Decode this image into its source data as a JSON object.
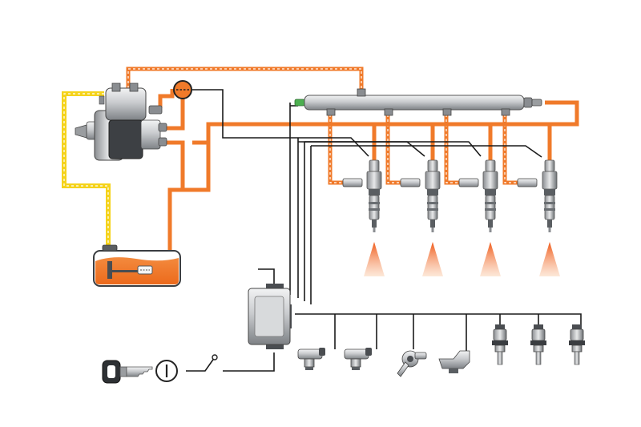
{
  "diagram": {
    "type": "common-rail diesel fuel injection system schematic",
    "text_labels": [],
    "colors": {
      "high_pressure_fuel": "#f07a2a",
      "low_pressure_fuel": "#f5d31b",
      "return_fuel_dash": "#ffffff",
      "wiring": "#1a1a1a",
      "metal_light": "#d4d6d8",
      "metal_dark": "#4a4d51",
      "tank_fuel": "#f07a2a",
      "spray": "#f47b2a"
    },
    "components": [
      {
        "id": "high-pressure-pump",
        "icon": "pump"
      },
      {
        "id": "pressure-regulator",
        "icon": "valve-circle"
      },
      {
        "id": "fuel-tank",
        "icon": "tank"
      },
      {
        "id": "common-rail",
        "icon": "rail"
      },
      {
        "id": "injector-1",
        "icon": "injector"
      },
      {
        "id": "injector-2",
        "icon": "injector"
      },
      {
        "id": "injector-3",
        "icon": "injector"
      },
      {
        "id": "injector-4",
        "icon": "injector"
      },
      {
        "id": "ecu",
        "icon": "control-unit"
      },
      {
        "id": "ignition-key",
        "icon": "key"
      },
      {
        "id": "ignition-switch",
        "icon": "switch"
      },
      {
        "id": "sensor-1",
        "icon": "hall-sensor"
      },
      {
        "id": "sensor-2",
        "icon": "hall-sensor"
      },
      {
        "id": "sensor-3",
        "icon": "pedal-sensor"
      },
      {
        "id": "sensor-4",
        "icon": "airflow-sensor"
      },
      {
        "id": "sensor-5",
        "icon": "temperature-sensor"
      },
      {
        "id": "sensor-6",
        "icon": "temperature-sensor"
      },
      {
        "id": "sensor-7",
        "icon": "temperature-sensor"
      }
    ]
  }
}
